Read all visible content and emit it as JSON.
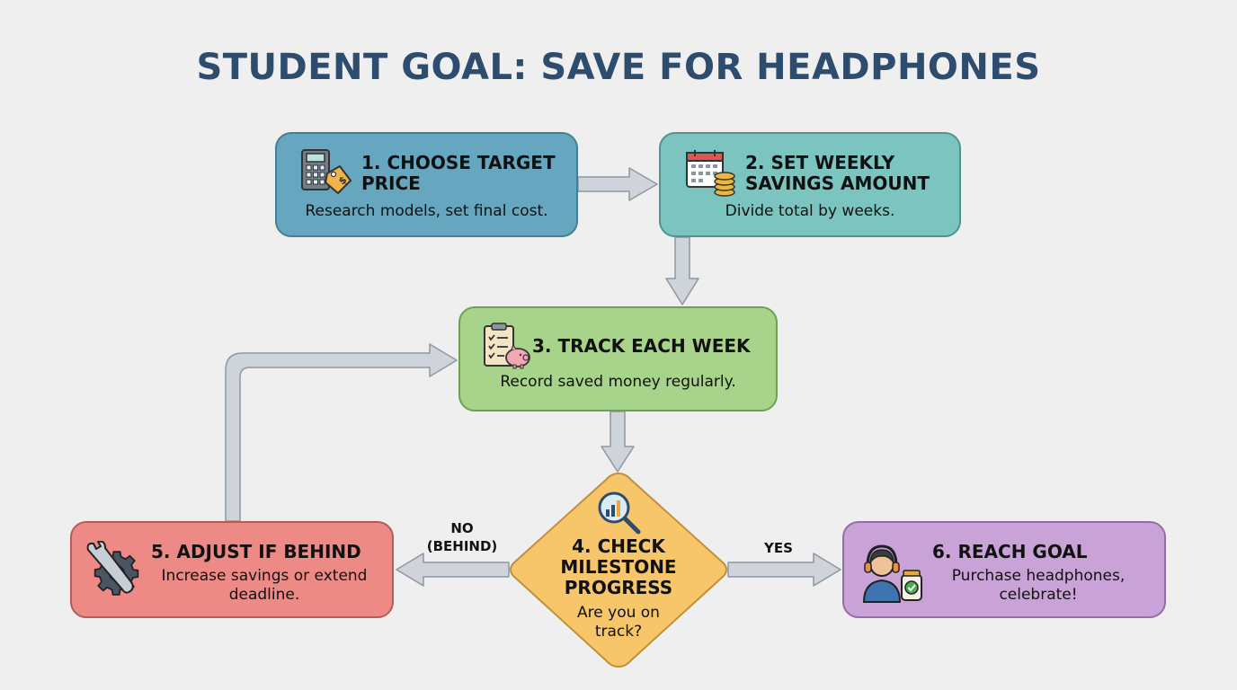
{
  "title": "STUDENT GOAL: SAVE FOR HEADPHONES",
  "steps": {
    "step1": {
      "title_line1": "1. CHOOSE TARGET",
      "title_line2": "PRICE",
      "desc": "Research models, set final cost.",
      "icon": "calculator-price-tag-icon"
    },
    "step2": {
      "title_line1": "2. SET WEEKLY",
      "title_line2": "SAVINGS AMOUNT",
      "desc": "Divide total by weeks.",
      "icon": "calendar-coins-icon"
    },
    "step3": {
      "title": "3. TRACK EACH WEEK",
      "desc": "Record saved money regularly.",
      "icon": "clipboard-piggy-bank-icon"
    },
    "step4": {
      "title_line1": "4. CHECK",
      "title_line2": "MILESTONE",
      "title_line3": "PROGRESS",
      "desc_line1": "Are you on",
      "desc_line2": "track?",
      "icon": "magnifier-chart-icon"
    },
    "step5": {
      "title": "5. ADJUST IF BEHIND",
      "desc_line1": "Increase savings or extend",
      "desc_line2": "deadline.",
      "icon": "wrench-gear-icon"
    },
    "step6": {
      "title": "6. REACH GOAL",
      "desc_line1": "Purchase headphones,",
      "desc_line2": "celebrate!",
      "icon": "person-headphones-jar-icon"
    }
  },
  "branches": {
    "no_line1": "NO",
    "no_line2": "(BEHIND)",
    "yes": "YES"
  },
  "colors": {
    "title": "#2e4c6e",
    "step1": "#66a6bf",
    "step2": "#7cc4c0",
    "step3": "#a7d48a",
    "step4": "#f7c66a",
    "step5": "#ee8a86",
    "step6": "#c9a3d8",
    "arrow": "#c9ced6"
  }
}
